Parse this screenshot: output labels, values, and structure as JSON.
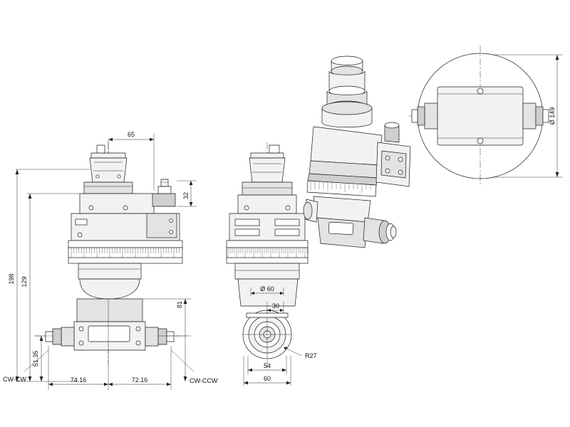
{
  "drawing": {
    "title": "Angle head technical drawing",
    "sheet_bg": "#ffffff",
    "line_color": "#1a1a1a"
  },
  "views": {
    "front": {
      "name": "front-view"
    },
    "side": {
      "name": "side-view"
    },
    "iso": {
      "name": "isometric-view"
    },
    "top": {
      "name": "top-circular-view"
    }
  },
  "dimensions": {
    "v_65": "65",
    "v_32": "32",
    "v_198": "198",
    "v_129": "129",
    "v_51_35": "51.35",
    "v_81": "81",
    "v_74_16": "74.16",
    "v_72_16": "72.16",
    "v_54": "54",
    "v_60": "60",
    "v_30": "30",
    "v_phi60": "Ø 60",
    "v_R27": "R27",
    "v_phi149": "Ø 149"
  },
  "labels": {
    "cw_cw": "CW-CW",
    "cw_ccw": "CW-CCW"
  },
  "scale_marks": {
    "front_ticks": 44,
    "side_ticks": 40
  }
}
